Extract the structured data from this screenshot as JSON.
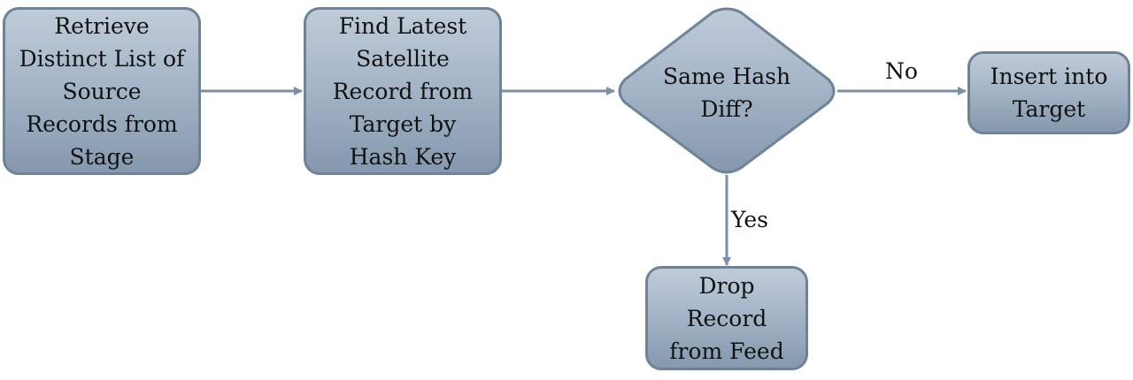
{
  "nodes": {
    "retrieve": {
      "lines": [
        "Retrieve",
        "Distinct List of",
        "Source",
        "Records from",
        "Stage"
      ]
    },
    "find_latest": {
      "lines": [
        "Find Latest",
        "Satellite",
        "Record from",
        "Target by",
        "Hash Key"
      ]
    },
    "decision": {
      "lines": [
        "Same Hash",
        "Diff?"
      ]
    },
    "insert": {
      "lines": [
        "Insert into",
        "Target"
      ]
    },
    "drop": {
      "lines": [
        "Drop",
        "Record",
        "from Feed"
      ]
    }
  },
  "edges": {
    "no_label": "No",
    "yes_label": "Yes"
  },
  "colors": {
    "node_border": "#6e8397",
    "node_fill_top": "#bfcbd8",
    "node_fill_bottom": "#8598ae",
    "arrow": "#7d8fa3"
  }
}
